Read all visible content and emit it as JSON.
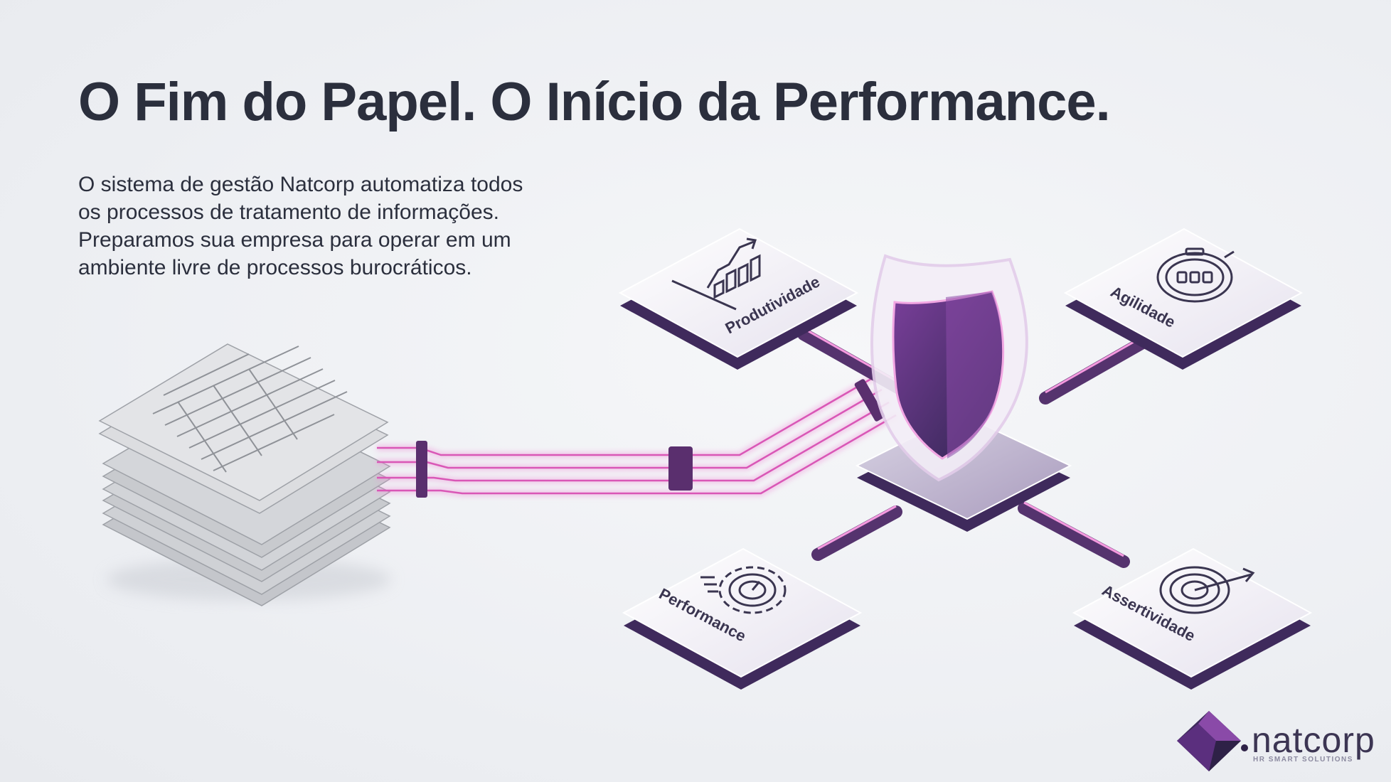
{
  "slide": {
    "title": "O Fim do Papel. O Início da Performance.",
    "description_lines": [
      "O sistema de gestão Natcorp automatiza todos",
      "os processos de tratamento de informações.",
      "Preparamos sua empresa para operar em um",
      "ambiente livre de processos burocráticos."
    ]
  },
  "tiles": {
    "top_left": {
      "label": "Produtividade",
      "icon": "growth-chart-icon"
    },
    "top_right": {
      "label": "Agilidade",
      "icon": "stopwatch-icon"
    },
    "bottom_left": {
      "label": "Performance",
      "icon": "speed-gear-icon"
    },
    "bottom_right": {
      "label": "Assertividade",
      "icon": "target-icon"
    }
  },
  "center": {
    "icon": "shield-icon"
  },
  "paper": {
    "icon": "paper-stack-icon"
  },
  "brand": {
    "name": "natcorp",
    "tagline": "HR SMART SOLUTIONS",
    "logo": "natcorp-diamond-logo"
  },
  "colors": {
    "accent": "#6b3a8c",
    "accent_dark": "#3f2a5c",
    "glow": "#e68ad0",
    "text": "#2b2f3d"
  }
}
